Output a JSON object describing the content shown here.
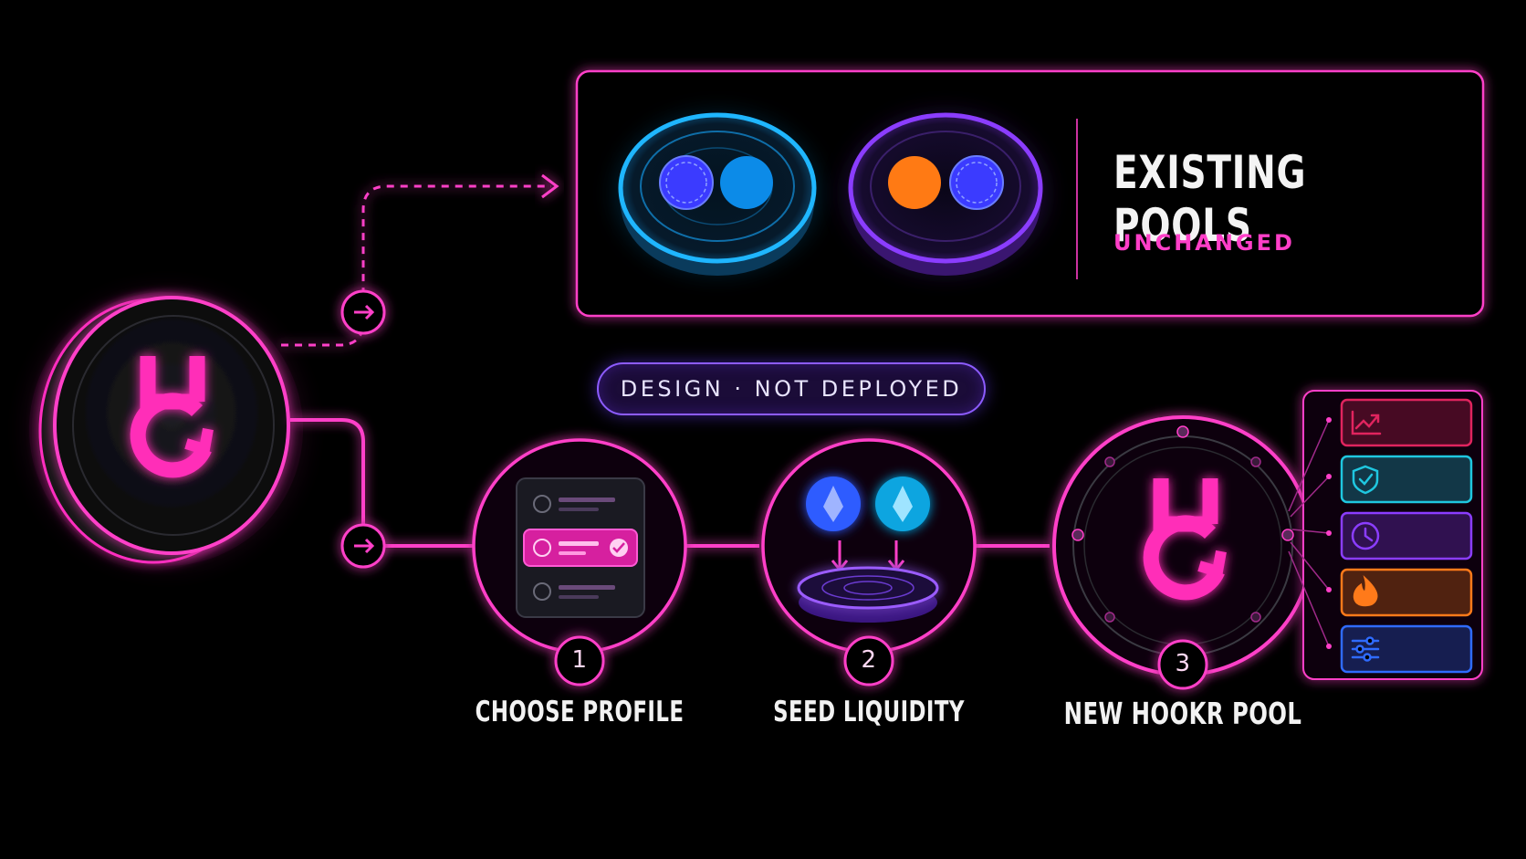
{
  "existing": {
    "title": "EXISTING POOLS",
    "subtitle": "UNCHANGED"
  },
  "status_pill": "DESIGN · NOT DEPLOYED",
  "steps": [
    {
      "number": "1",
      "label": "CHOOSE PROFILE"
    },
    {
      "number": "2",
      "label": "SEED LIQUIDITY"
    },
    {
      "number": "3",
      "label": "NEW HOOKR POOL"
    }
  ],
  "hook_modules": [
    {
      "icon": "chart-trend-icon",
      "color": "#e0245e"
    },
    {
      "icon": "shield-check-icon",
      "color": "#1fc7e0"
    },
    {
      "icon": "clock-icon",
      "color": "#8b3dff"
    },
    {
      "icon": "flame-icon",
      "color": "#ff7a1a"
    },
    {
      "icon": "sliders-icon",
      "color": "#2f6bff"
    }
  ],
  "colors": {
    "accent_pink": "#ff2fc0",
    "accent_purple": "#8d5cff",
    "pool_blue": "#1fa8ff",
    "token_orange": "#ff8a1a"
  }
}
